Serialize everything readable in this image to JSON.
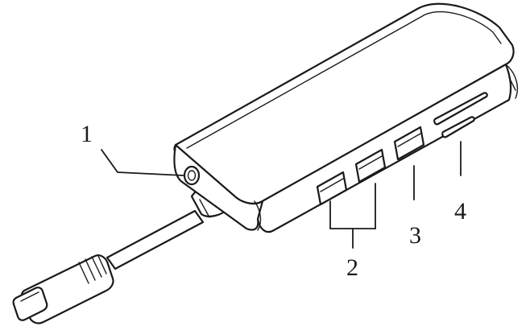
{
  "callouts": {
    "c1": "1",
    "c2": "2",
    "c3": "3",
    "c4": "4"
  },
  "colors": {
    "line": "#1a1a1a",
    "background": "#ffffff"
  },
  "icon": "usb-c-hub-line-drawing"
}
